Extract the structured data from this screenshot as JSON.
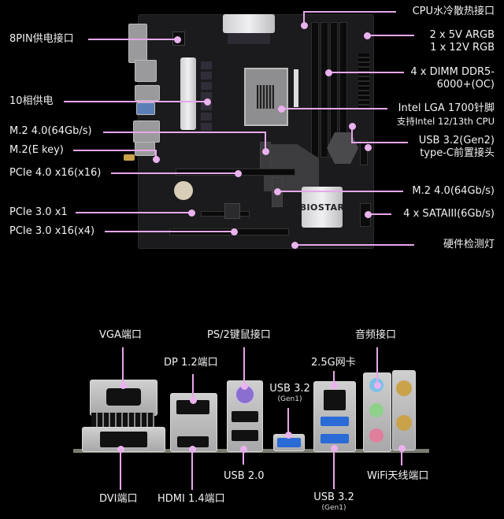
{
  "motherboard": {
    "brand": "BIOSTAR",
    "labels_left": [
      {
        "id": "8pin",
        "text": "8PIN供电接口"
      },
      {
        "id": "vrm",
        "text": "10相供电"
      },
      {
        "id": "m2_top",
        "text": "M.2 4.0(64Gb/s)"
      },
      {
        "id": "m2_ekey",
        "text": "M.2(E key)"
      },
      {
        "id": "pcie4_x16",
        "text": "PCIe 4.0 x16(x16)"
      },
      {
        "id": "pcie3_x1",
        "text": "PCIe 3.0 x1"
      },
      {
        "id": "pcie3_x16",
        "text": "PCIe 3.0 x16(x4)"
      }
    ],
    "labels_right": [
      {
        "id": "cpu_fan",
        "text": "CPU水冷散热接口"
      },
      {
        "id": "argb",
        "line1": "2 x 5V ARGB",
        "line2": "1 x 12V RGB"
      },
      {
        "id": "dimm",
        "line1": "4 x DIMM DDR5-",
        "line2": "6000+(OC)"
      },
      {
        "id": "socket",
        "line1": "Intel LGA 1700针脚",
        "line2": "支持Intel 12/13th CPU"
      },
      {
        "id": "usbc",
        "line1": "USB 3.2(Gen2)",
        "line2": "type-C前置接头"
      },
      {
        "id": "m2_bottom",
        "text": "M.2 4.0(64Gb/s)"
      },
      {
        "id": "sata",
        "text": "4 x SATAIII(6Gb/s)"
      },
      {
        "id": "debug_led",
        "text": "硬件检测灯"
      }
    ]
  },
  "io_panel": {
    "labels": {
      "vga": "VGA端口",
      "ps2": "PS/2键鼠接口",
      "audio": "音频接口",
      "dp": "DP 1.2端口",
      "lan": "2.5G网卡",
      "usb32_top": "USB 3.2",
      "usb32_top_sub": "(Gen1)",
      "dvi": "DVI端口",
      "hdmi": "HDMI 1.4端口",
      "usb20": "USB 2.0",
      "usb32_bottom": "USB 3.2",
      "usb32_bottom_sub": "(Gen1)",
      "wifi": "WiFi天线端口"
    }
  },
  "colors": {
    "leader": "#e7a6ea",
    "background": "#000000",
    "text": "#f2f2f2",
    "usb3_blue": "#2a6bd6",
    "ps2_purple": "#8a6fd0",
    "audio_blue": "#7cc0e8",
    "audio_green": "#8fd08a",
    "audio_pink": "#e07f9c",
    "antenna_gold": "#c9a24a"
  }
}
